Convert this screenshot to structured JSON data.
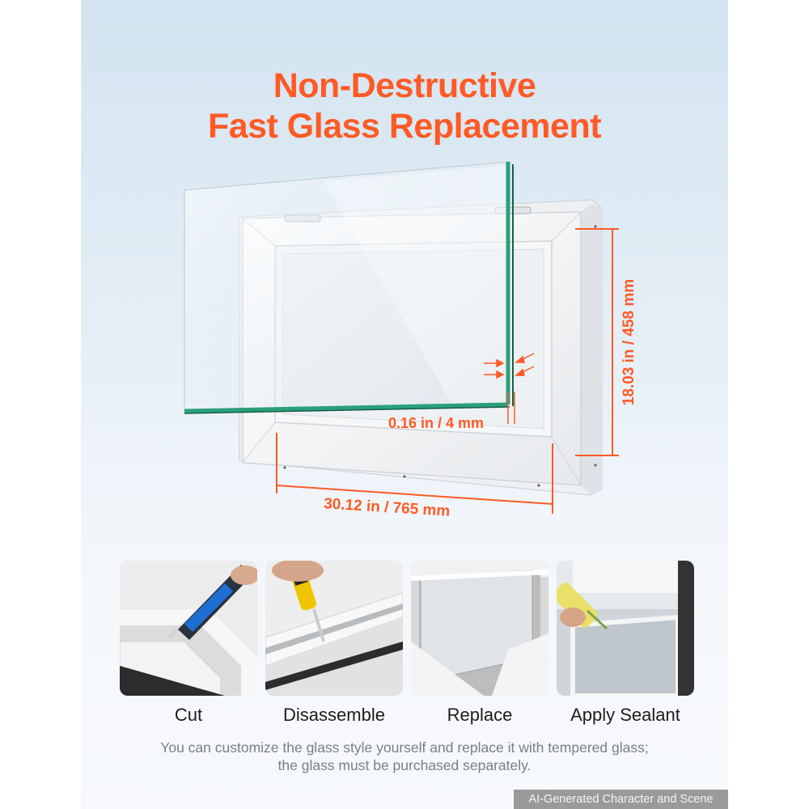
{
  "title": {
    "line1": "Non-Destructive",
    "line2": "Fast Glass Replacement"
  },
  "dimensions": {
    "thickness": "0.16 in / 4 mm",
    "height": "18.03 in / 458 mm",
    "width": "30.12 in / 765 mm"
  },
  "steps": [
    {
      "label": "Cut",
      "icon": "utility-knife-icon"
    },
    {
      "label": "Disassemble",
      "icon": "screwdriver-icon"
    },
    {
      "label": "Replace",
      "icon": "glass-pane-icon"
    },
    {
      "label": "Apply Sealant",
      "icon": "caulk-gun-icon"
    }
  ],
  "note": {
    "line1": "You can customize the glass style yourself and replace it with tempered glass;",
    "line2": "the glass must be purchased separately."
  },
  "badge": "AI-Generated Character and Scene",
  "colors": {
    "accent": "#ff5a26",
    "glass_edge": "#2aa07a",
    "note_text": "#7a7f86",
    "badge_bg": "#9a9a9a"
  }
}
